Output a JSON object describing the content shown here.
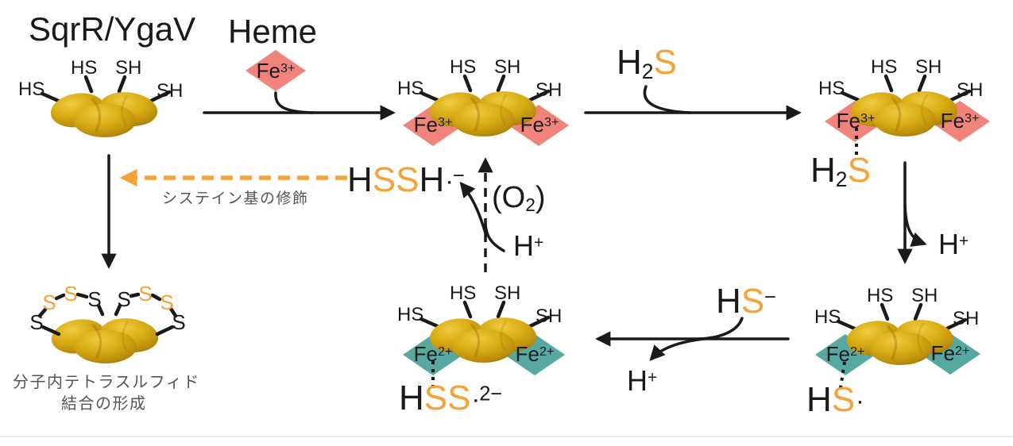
{
  "title": "SqrR/YgaV",
  "heme_label": "Heme",
  "fe3": {
    "symbol": "Fe",
    "charge": "3+"
  },
  "fe2": {
    "symbol": "Fe",
    "charge": "2+"
  },
  "thiol": {
    "hs": "HS",
    "sh": "SH"
  },
  "sulfur": "S",
  "species": {
    "h2s_free": {
      "h": "H",
      "two": "2",
      "s": "S"
    },
    "h2s_bound": {
      "h": "H",
      "two": "2",
      "s": "S"
    },
    "h_plus_right": {
      "h": "H",
      "charge": "+"
    },
    "h_plus_cycle": {
      "h": "H",
      "charge": "+"
    },
    "h_plus_bottom": {
      "h": "H",
      "charge": "+"
    },
    "o2": {
      "open": "(O",
      "two": "2",
      "close": ")"
    },
    "hs_minus": {
      "h": "H",
      "s": "S",
      "charge": "−"
    },
    "hs_radical": {
      "h": "H",
      "s": "S",
      "dot": "▪"
    },
    "hss_radical": {
      "h": "H",
      "s1": "S",
      "s2": "S",
      "dot": "▪",
      "charge": "2−"
    },
    "hssh_radical": {
      "h1": "H",
      "s1": "S",
      "s2": "S",
      "h2": "H",
      "dot": "▪",
      "charge": "−"
    }
  },
  "captions": {
    "cysteine_modification": "システイン基の修飾",
    "tetrasulfide_line1": "分子内テトラスルフィド",
    "tetrasulfide_line2": "結合の形成"
  },
  "colors": {
    "ink": "#1a1a1a",
    "gold": "#d9ac14",
    "fe3_red": "#f0837b",
    "fe2_teal": "#56a8a1",
    "sulfur_orange": "#f7a239",
    "caption_gray": "#555555",
    "rule_gray": "#e7e7e7"
  }
}
